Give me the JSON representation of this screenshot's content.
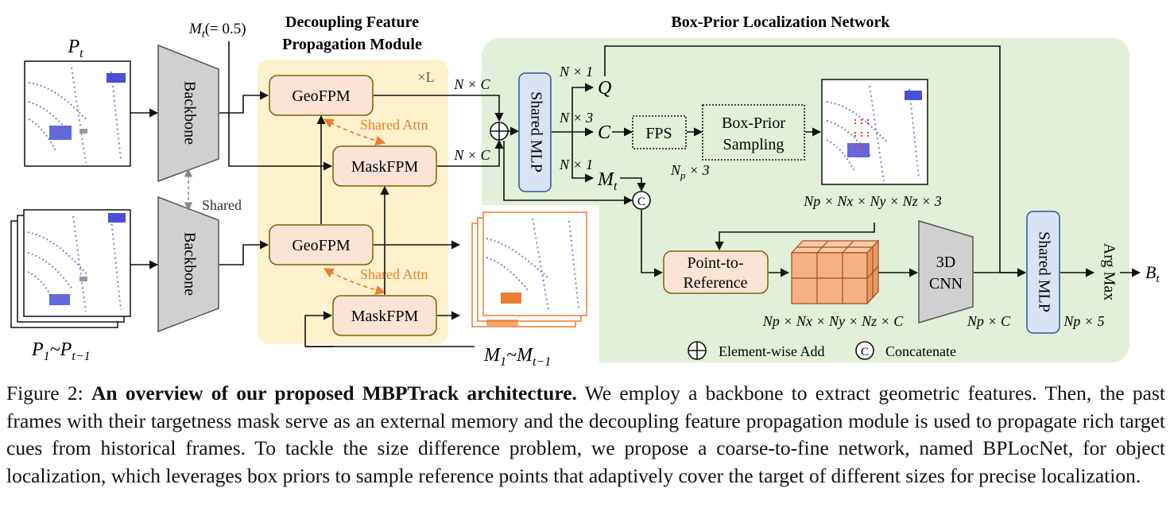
{
  "figure": {
    "labels": {
      "pt": "P",
      "pt_sub": "t",
      "p_hist": "P",
      "p_hist_sub1": "1",
      "p_hist_tilde": "~P",
      "p_hist_sub2": "t−1",
      "mt_in": "M",
      "mt_in_sub": "t",
      "mt_in_val": "(= 0.5)",
      "m_hist": "M",
      "m_hist_sub1": "1",
      "m_hist_tilde": "~M",
      "m_hist_sub2": "t−1",
      "shared": "Shared",
      "backbone": "Backbone",
      "dfpm_title_1": "Decoupling Feature",
      "dfpm_title_2": "Propagation Module",
      "times_l": "×L",
      "geofpm": "GeoFPM",
      "maskfpm": "MaskFPM",
      "shared_attn": "Shared Attn",
      "bploc_title": "Box-Prior Localization Network",
      "nxc": "N × C",
      "shared_mlp": "Shared MLP",
      "nx1": "N × 1",
      "nx3": "N × 3",
      "q": "Q",
      "c": "C",
      "m": "M",
      "m_sub": "t",
      "fps": "FPS",
      "box_prior_1": "Box-Prior",
      "box_prior_2": "Sampling",
      "np_x3_a": "N",
      "np_x3_sub": "p",
      "np_x3_b": " × 3",
      "dims_top": "Np × Nx × Ny × Nz × 3",
      "point_to_1": "Point-to-",
      "point_to_2": "Reference",
      "dims_bottom": "Np × Nx × Ny × Nz × C",
      "cnn_1": "3D",
      "cnn_2": "CNN",
      "np_c": "Np × C",
      "np_5": "Np × 5",
      "arg_max": "Arg Max",
      "bt": "B",
      "bt_sub": "t",
      "concat_symbol": "C",
      "legend_add": "Element-wise Add",
      "legend_concat": "Concatenate"
    },
    "colors": {
      "green_panel": "#e2efd9",
      "yellow_panel": "#fdf2cc",
      "fpm_fill": "#fbe4d6",
      "fpm_stroke": "#7f6000",
      "mlp_fill": "#dae3f3",
      "mlp_stroke": "#2f5597",
      "backbone_fill": "#d0d0d0",
      "orange": "#ed7d31",
      "cube_fill": "#f4b183"
    }
  },
  "caption": {
    "prefix": "Figure 2: ",
    "bold": "An overview of our proposed MBPTrack architecture.",
    "text": " We employ a backbone to extract geometric features. Then, the past frames with their targetness mask serve as an external memory and the decoupling feature propagation module is used to propagate rich target cues from historical frames. To tackle the size difference problem, we propose a coarse-to-fine network, named BPLocNet, for object localization, which leverages box priors to sample reference points that adaptively cover the target of different sizes for precise localization."
  }
}
